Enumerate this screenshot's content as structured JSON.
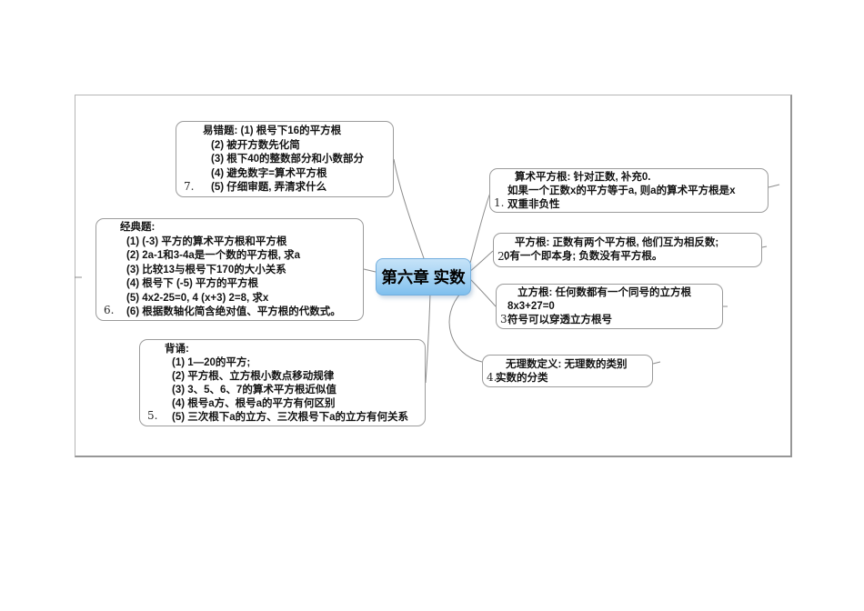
{
  "central": {
    "label": "第六章 实数"
  },
  "boxes": [
    {
      "id": "arithmetic-square-root",
      "number": "1.",
      "lines": [
        "算术平方根: 针对正数, 补充0.",
        "如果一个正数x的平方等于a, 则a的算术平方根是x",
        "双重非负性"
      ]
    },
    {
      "id": "square-root",
      "number": "2.",
      "lines": [
        "平方根: 正数有两个平方根, 他们互为相反数;",
        "0有一个即本身; 负数没有平方根。"
      ]
    },
    {
      "id": "cube-root",
      "number": "3.",
      "lines": [
        "立方根: 任何数都有一个同号的立方根",
        "8x3+27=0",
        "符号可以穿透立方根号"
      ]
    },
    {
      "id": "irrational-definition",
      "number": "4.",
      "lines": [
        "无理数定义: 无理数的类别",
        "实数的分类"
      ]
    },
    {
      "id": "recitation",
      "number": "5.",
      "lines": [
        "背诵:",
        "(1) 1—20的平方;",
        "(2) 平方根、立方根小数点移动规律",
        "(3) 3、5、6、7的算术平方根近似值",
        "(4) 根号a方、根号a的平方有何区别",
        "(5) 三次根下a的立方、三次根号下a的立方有何关系"
      ]
    },
    {
      "id": "classic-questions",
      "number": "6.",
      "lines": [
        "经典题:",
        "(1) (-3) 平方的算术平方根和平方根",
        "(2) 2a-1和3-4a是一个数的平方根, 求a",
        "(3) 比较13与根号下170的大小关系",
        "(4) 根号下 (-5) 平方的平方根",
        "(5) 4x2-25=0, 4 (x+3) 2=8, 求x",
        "(6) 根据数轴化简含绝对值、平方根的代数式。"
      ]
    },
    {
      "id": "error-prone-questions",
      "number": "7.",
      "lines": [
        "易错题: (1) 根号下16的平方根",
        "(2) 被开方数先化简",
        "(3) 根下40的整数部分和小数部分",
        "(4) 避免数字=算术平方根",
        "(5) 仔细审题, 弄清求什么"
      ]
    }
  ],
  "colors": {
    "central_fill_top": "#c6e3f8",
    "central_fill_bottom": "#7fc0ee",
    "central_border": "#72aede",
    "box_border": "#9b9b9b",
    "connector": "#8c8c8c",
    "text": "#141414"
  }
}
